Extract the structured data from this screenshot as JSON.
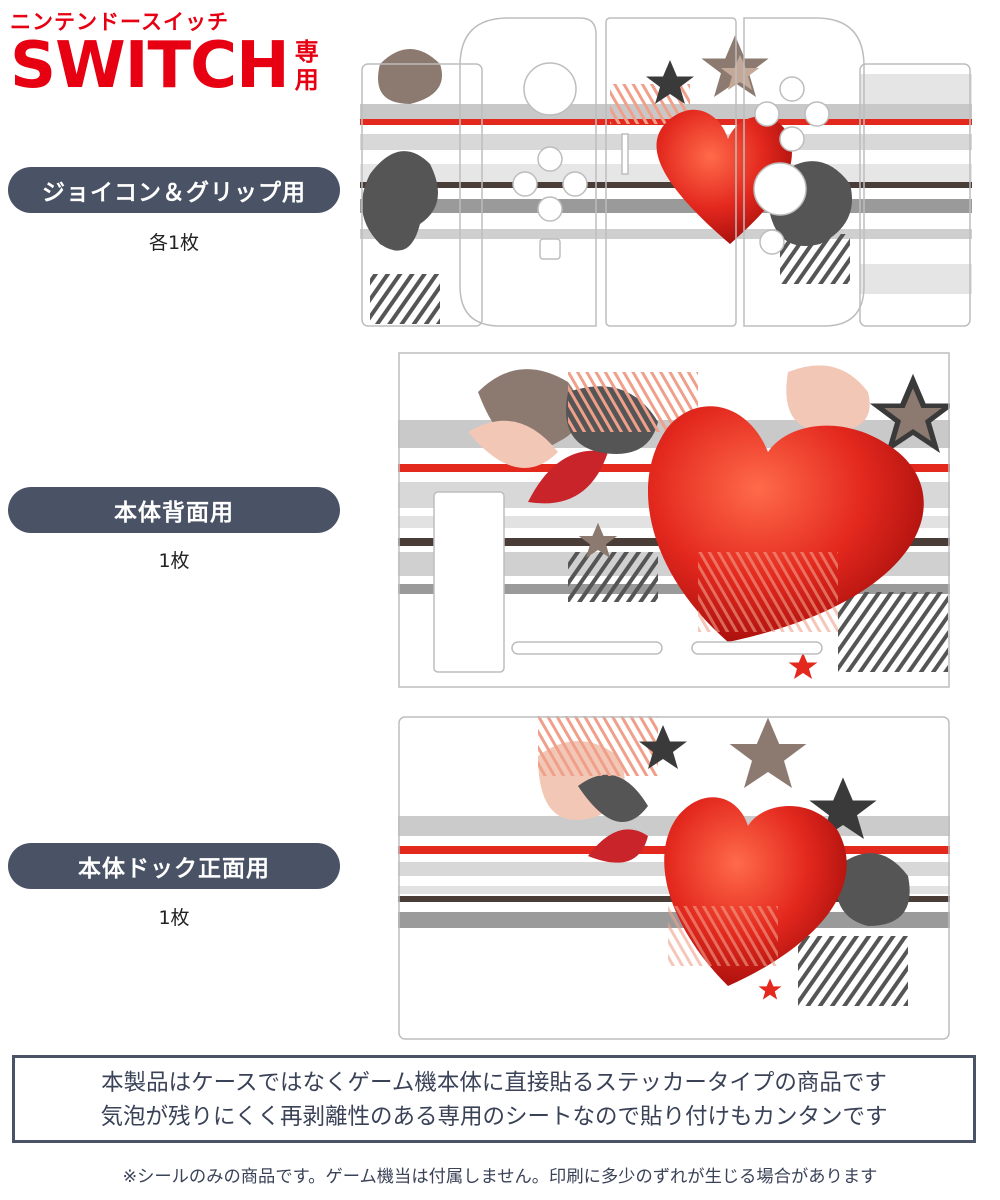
{
  "header": {
    "subtitle": "ニンテンドースイッチ",
    "title": "SWITCH",
    "title_suffix": [
      "専",
      "用"
    ]
  },
  "sections": [
    {
      "label": "ジョイコン＆グリップ用",
      "count": "各1枚"
    },
    {
      "label": "本体背面用",
      "count": "1枚"
    },
    {
      "label": "本体ドック正面用",
      "count": "1枚"
    }
  ],
  "notice": {
    "line1": "本製品はケースではなくゲーム機本体に直接貼るステッカータイプの商品です",
    "line2": "気泡が残りにくく再剥離性のある専用のシートなので貼り付けもカンタンです"
  },
  "footnote": "※シールのみの商品です。ゲーム機当は付属しません。印刷に多少のずれが生じる場合があります",
  "colors": {
    "brand_red": "#e60012",
    "pill_bg": "#4a5265",
    "heart_red": "#e3281e",
    "stripe_gray": "#8c8c8c",
    "stripe_dark": "#4a3c36"
  },
  "design": {
    "motif": "red heart with stars, splatter and horizontal stripes"
  }
}
